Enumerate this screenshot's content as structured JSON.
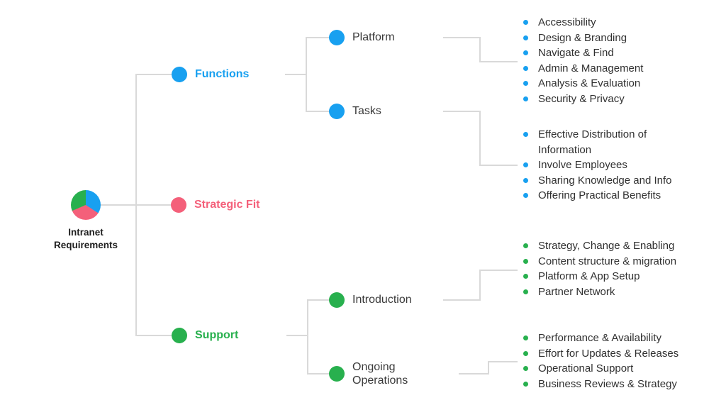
{
  "colors": {
    "blue": "#18a0f0",
    "pink": "#f4607a",
    "green": "#28b04e",
    "line": "#d9d9d9",
    "label": "#3a3a3a",
    "item": "#303030",
    "root_label": "#1d1d1d"
  },
  "root": {
    "label": "Intranet Requirements"
  },
  "branches": [
    {
      "label": "Functions",
      "children": [
        {
          "label": "Platform",
          "items": [
            "Accessibility",
            "Design & Branding",
            "Navigate & Find",
            "Admin & Management",
            "Analysis & Evaluation",
            "Security & Privacy"
          ]
        },
        {
          "label": "Tasks",
          "items": [
            "Effective Distribution of Information",
            "Involve Employees",
            "Sharing Knowledge and Info",
            "Offering Practical Benefits"
          ]
        }
      ]
    },
    {
      "label": "Strategic Fit"
    },
    {
      "label": "Support",
      "children": [
        {
          "label": "Introduction",
          "items": [
            "Strategy, Change & Enabling",
            "Content structure & migration",
            "Platform & App Setup",
            "Partner Network"
          ]
        },
        {
          "label": "Ongoing Operations",
          "items": [
            "Performance & Availability",
            "Effort for Updates & Releases",
            "Operational Support",
            "Business Reviews & Strategy"
          ]
        }
      ]
    }
  ]
}
